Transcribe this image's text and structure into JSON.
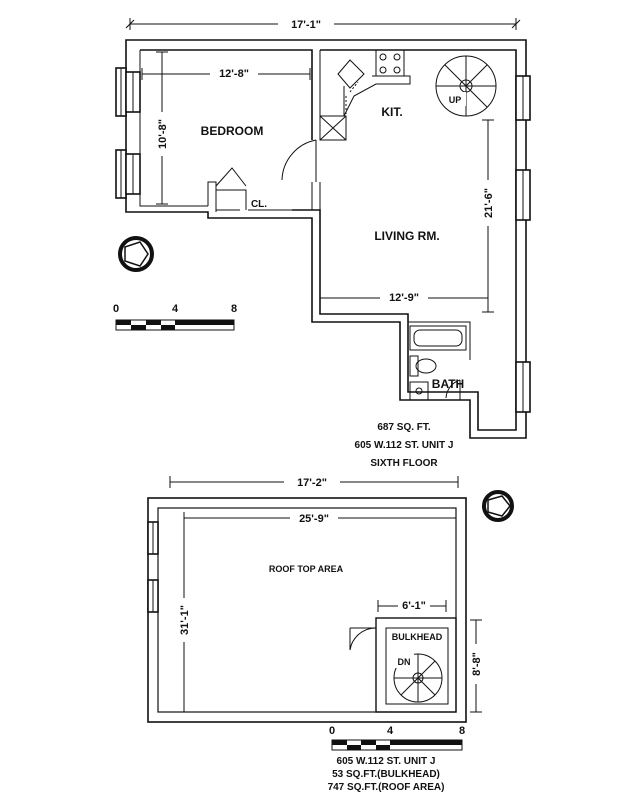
{
  "upper": {
    "dims": {
      "overall_width": "17'-1\"",
      "bedroom_width": "12'-8\"",
      "bedroom_depth": "10'-8\"",
      "living_depth": "21'-6\"",
      "living_width": "12'-9\""
    },
    "rooms": {
      "bedroom": "BEDROOM",
      "kitchen": "KIT.",
      "closet": "CL.",
      "living": "LIVING RM.",
      "bath": "BATH",
      "stair_up": "UP"
    },
    "scale": {
      "t0": "0",
      "t4": "4",
      "t8": "8"
    },
    "info": {
      "area": "687 SQ. FT.",
      "address": "605 W.112 ST. UNIT J",
      "floor": "SIXTH FLOOR"
    }
  },
  "roof": {
    "dims": {
      "overall_width": "17'-2\"",
      "inner_width": "25'-9\"",
      "depth": "31'-1\"",
      "bulkhead_width": "6'-1\"",
      "bulkhead_depth": "8'-8\""
    },
    "labels": {
      "roof_top": "ROOF TOP AREA",
      "bulkhead": "BULKHEAD",
      "stair_down": "DN"
    },
    "scale": {
      "t0": "0",
      "t4": "4",
      "t8": "8"
    },
    "info": {
      "address": "605  W.112  ST.  UNIT  J",
      "bulkhead_area": "53  SQ.FT.(BULKHEAD)",
      "roof_area": "747  SQ.FT.(ROOF  AREA)"
    }
  }
}
